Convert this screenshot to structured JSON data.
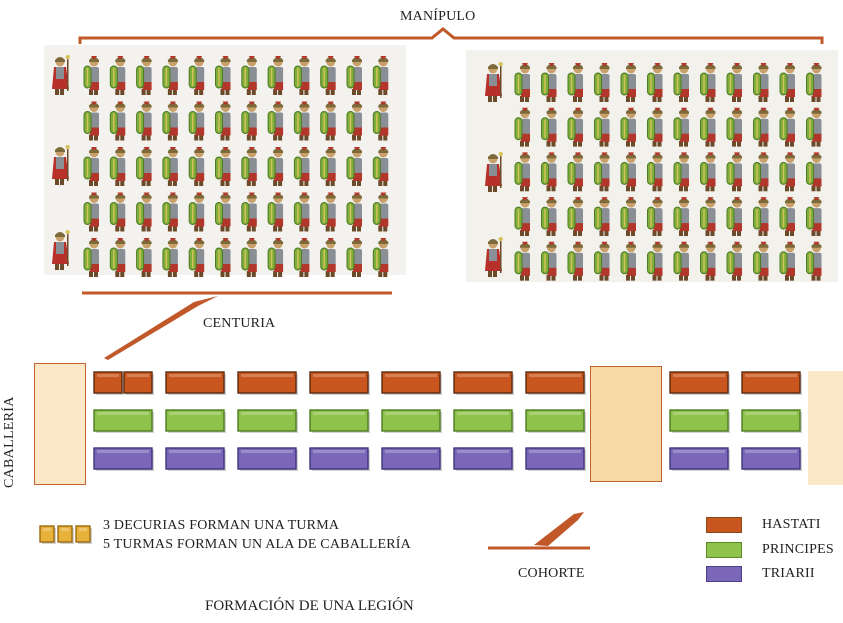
{
  "titles": {
    "manipulo": "MANÍPULO",
    "centuria": "CENTURIA",
    "caballeria": "CABALLERÍA",
    "cohorte": "COHORTE",
    "main_title": "FORMACIÓN DE UNA LEGIÓN"
  },
  "cavalry_note": {
    "line1": "3 DECURIAS FORMAN UNA TURMA",
    "line2": "5 TURMAS FORMAN UN ALA DE CABALLERÍA"
  },
  "legend": [
    {
      "label": "HASTATI",
      "color": "#c8561e"
    },
    {
      "label": "PRINCIPES",
      "color": "#8ec24a"
    },
    {
      "label": "TRIARII",
      "color": "#7a67b8"
    }
  ],
  "formation": {
    "rows": 5,
    "soldiers_per_row": 12,
    "cohorts_shown": 10
  },
  "colors": {
    "hastati": "#c8561e",
    "principes": "#8ec24a",
    "triarii": "#7a67b8",
    "cavalry": "#e8b23a",
    "bracket": "#c0582a"
  }
}
